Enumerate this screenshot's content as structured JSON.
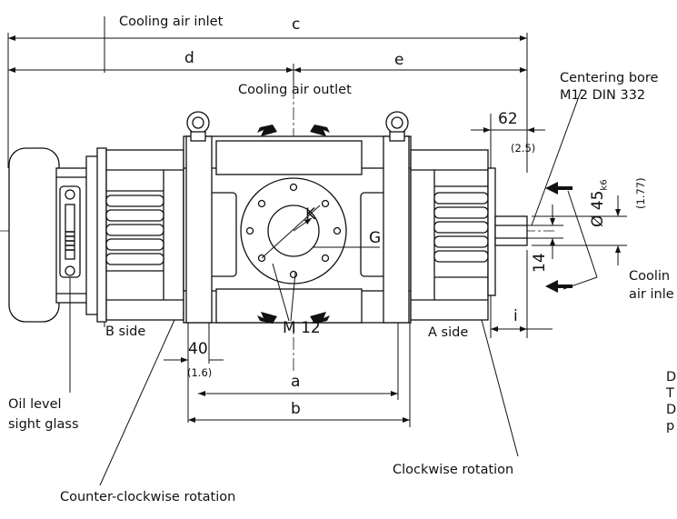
{
  "labels": {
    "cooling_air_inlet_top": "Cooling air inlet",
    "dim_c": "c",
    "dim_d": "d",
    "dim_e": "e",
    "cooling_air_outlet": "Cooling air outlet",
    "centering_bore_line1": "Centering bore",
    "centering_bore_line2": "M12 DIN 332",
    "dim_62": "62",
    "dim_62_in": "(2.5)",
    "dim_shaft_dia": "Ø 45",
    "dim_shaft_tol": "k6",
    "dim_shaft_in": "(1.77)",
    "dim_14": "14",
    "cooling_air_inlet_right_1": "Coolin",
    "cooling_air_inlet_right_2": "air inle",
    "dim_i": "i",
    "k_label": "K",
    "g_label": "G",
    "m12": "M 12",
    "b_side": "B side",
    "a_side": "A side",
    "dim_40": "40",
    "dim_40_in": "(1.6)",
    "dim_a": "a",
    "dim_b": "b",
    "oil_level_1": "Oil level",
    "oil_level_2": "sight glass",
    "clockwise": "Clockwise rotation",
    "counter_clockwise": "Counter-clockwise rotation",
    "cut_note_1": "D",
    "cut_note_2": "T",
    "cut_note_3": "D",
    "cut_note_4": "p"
  }
}
